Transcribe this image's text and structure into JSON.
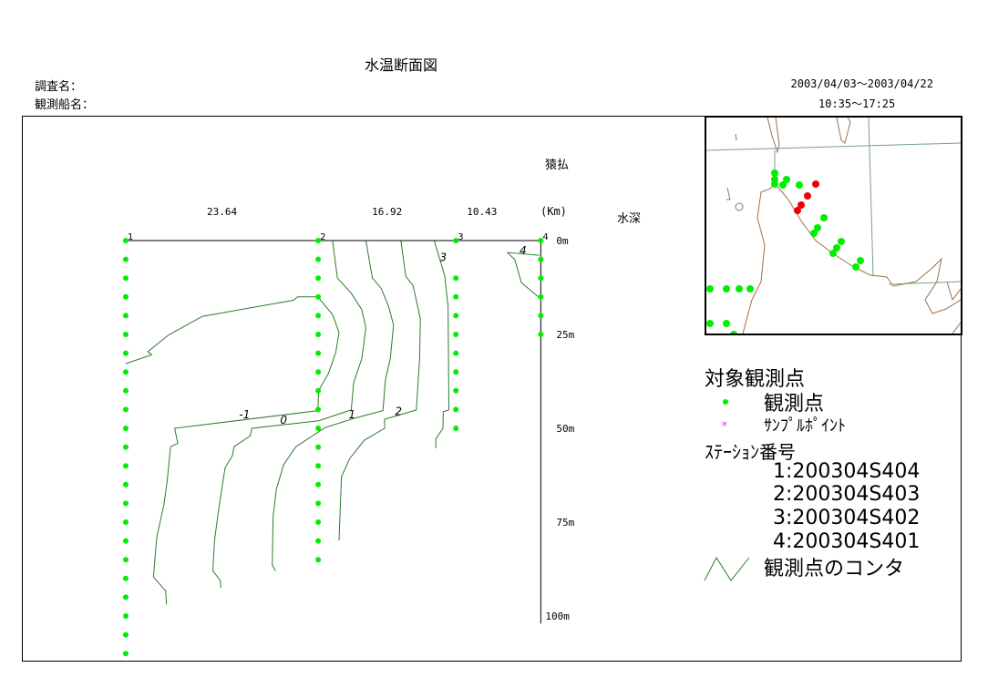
{
  "header": {
    "title": "水温断面図",
    "survey_label": "調査名：",
    "vessel_label": "観測船名：",
    "date_range": "2003/04/03～2003/04/22",
    "time_range": "10:35～17:25"
  },
  "chart_data": {
    "type": "contour",
    "title": "水温断面図",
    "location_label": "猿払",
    "depth_label": "水深",
    "distance_unit": "(Km)",
    "segment_distances_km": [
      "23.64",
      "16.92",
      "10.43"
    ],
    "stations": [
      {
        "label": "1",
        "x_km": 0,
        "depths_m": [
          0,
          5,
          10,
          15,
          20,
          25,
          30,
          35,
          40,
          45,
          50,
          55,
          60,
          65,
          70,
          75,
          80,
          85,
          90,
          95,
          100,
          105,
          110
        ]
      },
      {
        "label": "2",
        "x_km": 23.64,
        "depths_m": [
          0,
          5,
          10,
          15,
          20,
          25,
          30,
          35,
          40,
          45,
          50,
          55,
          60,
          65,
          70,
          75,
          80,
          85
        ]
      },
      {
        "label": "3",
        "x_km": 40.56,
        "depths_m": [
          0,
          10,
          15,
          20,
          25,
          30,
          35,
          40,
          45,
          50
        ]
      },
      {
        "label": "4",
        "x_km": 50.99,
        "depths_m": [
          0,
          5,
          10,
          15,
          20,
          25
        ]
      }
    ],
    "depth_ticks": [
      {
        "value": 0,
        "label": "0m"
      },
      {
        "value": 25,
        "label": "25m"
      },
      {
        "value": 50,
        "label": "50m"
      },
      {
        "value": 75,
        "label": "75m"
      },
      {
        "value": 100,
        "label": "100m"
      }
    ],
    "x_range_km": [
      0,
      50.99
    ],
    "depth_range_m": [
      0,
      110
    ],
    "contours": [
      {
        "level": "-1",
        "label_at": [
          14.6,
          46.1
        ],
        "points": [
          [
            0,
            32.8
          ],
          [
            3.2,
            30.4
          ],
          [
            2.7,
            29.6
          ],
          [
            5.3,
            25.1
          ],
          [
            9.4,
            20.2
          ],
          [
            20.6,
            15.9
          ],
          [
            21.1,
            15
          ],
          [
            23.6,
            15
          ],
          [
            25.4,
            19.7
          ],
          [
            26.2,
            24.5
          ],
          [
            25.8,
            29.8
          ],
          [
            24.9,
            35.4
          ],
          [
            23.7,
            39.9
          ],
          [
            23.6,
            45.3
          ],
          [
            6.0,
            50
          ],
          [
            6.4,
            54
          ],
          [
            5.5,
            54.9
          ],
          [
            5.1,
            63.8
          ],
          [
            4.7,
            70.2
          ],
          [
            3.8,
            79.1
          ],
          [
            3.4,
            89.6
          ],
          [
            4.9,
            93.3
          ],
          [
            5.0,
            96.9
          ]
        ]
      },
      {
        "level": "0",
        "label_at": [
          19.4,
          47.6
        ],
        "points": [
          [
            25.4,
            0
          ],
          [
            26.0,
            10
          ],
          [
            27.7,
            14
          ],
          [
            29.0,
            18.4
          ],
          [
            29.5,
            23.3
          ],
          [
            29.0,
            31.4
          ],
          [
            28.0,
            37.9
          ],
          [
            27.7,
            45.1
          ],
          [
            23.7,
            48
          ],
          [
            15.5,
            50
          ],
          [
            15.3,
            52
          ],
          [
            13.3,
            54.9
          ],
          [
            13.1,
            57.3
          ],
          [
            12.2,
            60.5
          ],
          [
            11.4,
            71.8
          ],
          [
            10.9,
            79.9
          ],
          [
            10.7,
            88
          ],
          [
            11.6,
            90.5
          ],
          [
            11.7,
            92.5
          ]
        ]
      },
      {
        "level": "1",
        "label_at": [
          27.8,
          46.1
        ],
        "points": [
          [
            29.5,
            0
          ],
          [
            30.3,
            10
          ],
          [
            31.4,
            12.8
          ],
          [
            32.3,
            17.6
          ],
          [
            32.9,
            22.5
          ],
          [
            32.5,
            31.4
          ],
          [
            31.9,
            37.1
          ],
          [
            31.6,
            45.3
          ],
          [
            28.0,
            47.4
          ],
          [
            24.5,
            49.8
          ],
          [
            20.9,
            54.9
          ],
          [
            19.4,
            59.7
          ],
          [
            18.5,
            66.2
          ],
          [
            18.1,
            73.5
          ],
          [
            18.0,
            86.4
          ],
          [
            18.4,
            88
          ]
        ]
      },
      {
        "level": "2",
        "label_at": [
          33.5,
          45.3
        ],
        "points": [
          [
            33.8,
            0
          ],
          [
            34.4,
            9.5
          ],
          [
            35.3,
            12
          ],
          [
            36.2,
            20.9
          ],
          [
            36.1,
            31.4
          ],
          [
            35.7,
            45.1
          ],
          [
            31.8,
            47.6
          ],
          [
            31.8,
            50
          ],
          [
            29.3,
            53.2
          ],
          [
            27.5,
            58.1
          ],
          [
            26.5,
            62.9
          ],
          [
            26.2,
            79.9
          ]
        ]
      },
      {
        "level": "3",
        "label_at": [
          39.0,
          4.3
        ],
        "points": [
          [
            37.9,
            0
          ],
          [
            39.2,
            9.5
          ],
          [
            39.6,
            17.6
          ],
          [
            39.7,
            45.1
          ],
          [
            39.0,
            45.6
          ],
          [
            38.97,
            50
          ],
          [
            38.1,
            52.8
          ],
          [
            38.1,
            55.3
          ]
        ]
      },
      {
        "level": "4",
        "label_at": [
          48.8,
          2.4
        ],
        "points": [
          [
            50.8,
            3.9
          ],
          [
            46.9,
            3.2
          ],
          [
            47.8,
            5.1
          ],
          [
            48.6,
            11.2
          ],
          [
            50.8,
            15.2
          ]
        ]
      }
    ],
    "colors": {
      "station_dot": "#00ee00",
      "contour": "#2d7a2d",
      "sample_point": "#ff00ff",
      "selected_station": "#ee0000",
      "coast": "#a0704a",
      "grid": "#7a9a9a"
    }
  },
  "legend": {
    "title": "対象観測点",
    "observation_point": "観測点",
    "sample_point": "ｻﾝﾌﾟﾙﾎﾟｲﾝﾄ",
    "station_number_title": "ｽﾃｰｼｮﾝ番号",
    "stations": [
      "1:200304S404",
      "2:200304S403",
      "3:200304S402",
      "4:200304S401"
    ],
    "contour": "観測点のコンタ"
  }
}
